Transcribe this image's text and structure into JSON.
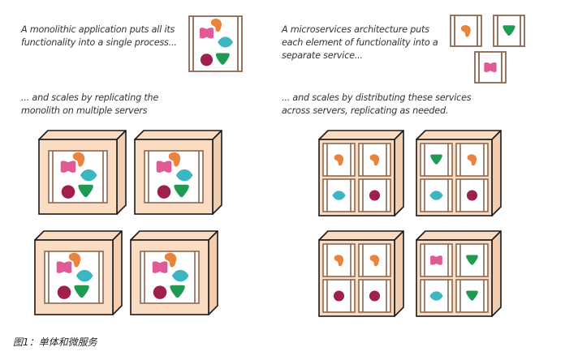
{
  "captions": {
    "monolith_intro": [
      "A monolithic application puts all its",
      "functionality into a single process..."
    ],
    "monolith_scale": [
      "... and scales by replicating the",
      "monolith on multiple servers"
    ],
    "micro_intro": [
      "A microservices architecture puts",
      "each element of functionality into a",
      "separate service..."
    ],
    "micro_scale": [
      "... and scales by distributing these services",
      "across servers, replicating as needed."
    ]
  },
  "figure_caption": "图1：单体和微服务",
  "colors": {
    "frame": "#8d6650",
    "server_face": "#fadcc2",
    "server_outline": "#1a1a1a",
    "pink": "#e05a96",
    "orange": "#e8843c",
    "teal": "#3cb6c0",
    "maroon": "#a01f4c",
    "green": "#1f9a52"
  },
  "diagram": {
    "monolith_app": {
      "components": [
        "pink-bowtie",
        "orange-blob",
        "teal-diamond",
        "maroon-circle",
        "green-triangle"
      ]
    },
    "monolith_servers": [
      {
        "components": [
          "pink-bowtie",
          "orange-blob",
          "teal-diamond",
          "maroon-circle",
          "green-triangle"
        ]
      },
      {
        "components": [
          "pink-bowtie",
          "orange-blob",
          "teal-diamond",
          "maroon-circle",
          "green-triangle"
        ]
      },
      {
        "components": [
          "pink-bowtie",
          "orange-blob",
          "teal-diamond",
          "maroon-circle",
          "green-triangle"
        ]
      },
      {
        "components": [
          "pink-bowtie",
          "orange-blob",
          "teal-diamond",
          "maroon-circle",
          "green-triangle"
        ]
      }
    ],
    "microservices": [
      "orange-blob",
      "green-triangle",
      "pink-bowtie"
    ],
    "micro_servers": [
      {
        "services": [
          "orange-blob",
          "orange-blob",
          "teal-diamond",
          "maroon-circle"
        ]
      },
      {
        "services": [
          "green-triangle",
          "orange-blob",
          "teal-diamond",
          "maroon-circle"
        ]
      },
      {
        "services": [
          "orange-blob",
          "orange-blob",
          "maroon-circle",
          "maroon-circle"
        ]
      },
      {
        "services": [
          "pink-bowtie",
          "green-triangle",
          "teal-diamond",
          "green-triangle"
        ]
      }
    ]
  }
}
